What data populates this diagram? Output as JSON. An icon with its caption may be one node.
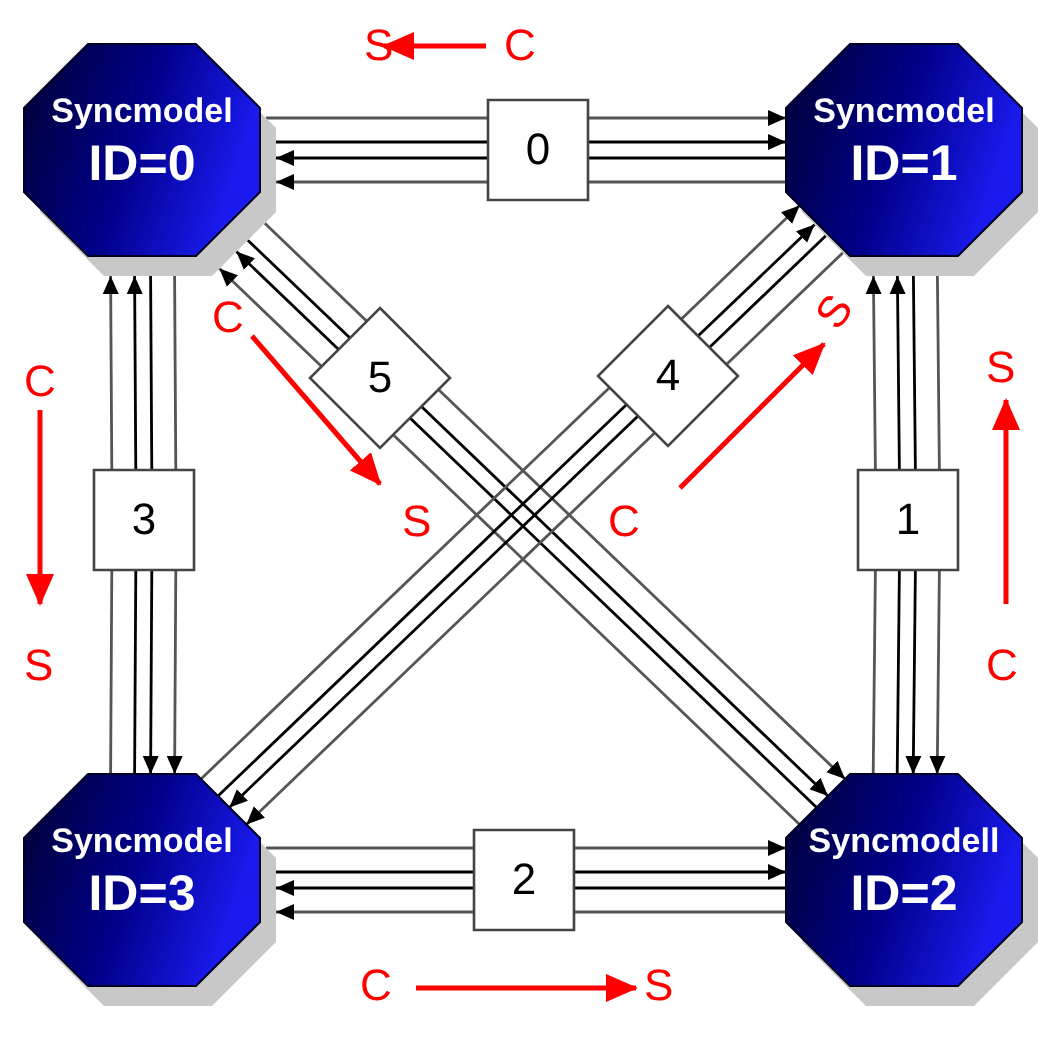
{
  "diagram": {
    "nodes": [
      {
        "text": [
          "Syncmodel",
          "ID=0"
        ]
      },
      {
        "text": [
          "Syncmodel",
          "ID=1"
        ]
      },
      {
        "text": [
          "Syncmodel",
          "ID=3"
        ]
      },
      {
        "text": [
          "Syncmodell",
          "ID=2"
        ]
      },
      {
        "text": [
          "0"
        ]
      },
      {
        "text": [
          "5"
        ]
      },
      {
        "text": [
          "4"
        ]
      },
      {
        "text": [
          "3"
        ]
      },
      {
        "text": [
          "1"
        ]
      },
      {
        "text": [
          "2"
        ]
      }
    ],
    "edges": [
      {
        "from": 0,
        "to": 4,
        "arrow": "none"
      },
      {
        "from": 4,
        "to": 1,
        "arrow": "to"
      },
      {
        "from": 0,
        "to": 4,
        "arrow": "none"
      },
      {
        "from": 4,
        "to": 1,
        "arrow": "to"
      },
      {
        "from": 4,
        "to": 0,
        "arrow": "to"
      },
      {
        "from": 1,
        "to": 4,
        "arrow": "none"
      },
      {
        "from": 4,
        "to": 0,
        "arrow": "to"
      },
      {
        "from": 1,
        "to": 4,
        "arrow": "none"
      },
      {
        "from": 0,
        "to": 5,
        "arrow": "none"
      },
      {
        "from": 5,
        "to": 3,
        "arrow": "to"
      },
      {
        "from": 0,
        "to": 5,
        "arrow": "none"
      },
      {
        "from": 5,
        "to": 3,
        "arrow": "to"
      },
      {
        "from": 5,
        "to": 0,
        "arrow": "to"
      },
      {
        "from": 3,
        "to": 5,
        "arrow": "none"
      },
      {
        "from": 5,
        "to": 0,
        "arrow": "to"
      },
      {
        "from": 3,
        "to": 5,
        "arrow": "none"
      },
      {
        "from": 2,
        "to": 6,
        "arrow": "none"
      },
      {
        "from": 6,
        "to": 1,
        "arrow": "to"
      },
      {
        "from": 2,
        "to": 6,
        "arrow": "none"
      },
      {
        "from": 6,
        "to": 1,
        "arrow": "to"
      },
      {
        "from": 6,
        "to": 2,
        "arrow": "to"
      },
      {
        "from": 1,
        "to": 6,
        "arrow": "none"
      },
      {
        "from": 6,
        "to": 2,
        "arrow": "to"
      },
      {
        "from": 1,
        "to": 6,
        "arrow": "none"
      },
      {
        "from": 0,
        "to": 7,
        "arrow": "none"
      },
      {
        "from": 7,
        "to": 2,
        "arrow": "to"
      },
      {
        "from": 0,
        "to": 7,
        "arrow": "none"
      },
      {
        "from": 7,
        "to": 2,
        "arrow": "to"
      },
      {
        "from": 7,
        "to": 0,
        "arrow": "to"
      },
      {
        "from": 2,
        "to": 7,
        "arrow": "none"
      },
      {
        "from": 7,
        "to": 0,
        "arrow": "to"
      },
      {
        "from": 2,
        "to": 7,
        "arrow": "none"
      },
      {
        "from": 1,
        "to": 8,
        "arrow": "none"
      },
      {
        "from": 8,
        "to": 3,
        "arrow": "to"
      },
      {
        "from": 1,
        "to": 8,
        "arrow": "none"
      },
      {
        "from": 8,
        "to": 3,
        "arrow": "to"
      },
      {
        "from": 8,
        "to": 1,
        "arrow": "to"
      },
      {
        "from": 3,
        "to": 8,
        "arrow": "none"
      },
      {
        "from": 8,
        "to": 1,
        "arrow": "to"
      },
      {
        "from": 3,
        "to": 8,
        "arrow": "none"
      },
      {
        "from": 2,
        "to": 9,
        "arrow": "none"
      },
      {
        "from": 9,
        "to": 3,
        "arrow": "to"
      },
      {
        "from": 2,
        "to": 9,
        "arrow": "none"
      },
      {
        "from": 9,
        "to": 3,
        "arrow": "to"
      },
      {
        "from": 9,
        "to": 2,
        "arrow": "to"
      },
      {
        "from": 3,
        "to": 9,
        "arrow": "none"
      },
      {
        "from": 9,
        "to": 2,
        "arrow": "to"
      },
      {
        "from": 3,
        "to": 9,
        "arrow": "none"
      }
    ],
    "labels": [
      "S",
      "C",
      "C",
      "S",
      "C",
      "S",
      "S",
      "C",
      "S",
      "C",
      "C",
      "S"
    ]
  }
}
